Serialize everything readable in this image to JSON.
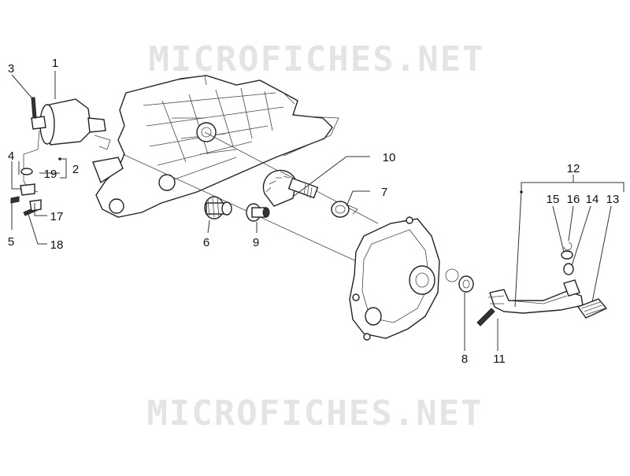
{
  "watermark": {
    "top_text": "MICROFICHES.NET",
    "bottom_text": "MICROFICHES.NET"
  },
  "callouts": [
    {
      "id": "c1",
      "label": "1"
    },
    {
      "id": "c2",
      "label": "2"
    },
    {
      "id": "c3",
      "label": "3"
    },
    {
      "id": "c4",
      "label": "4"
    },
    {
      "id": "c5",
      "label": "5"
    },
    {
      "id": "c6",
      "label": "6"
    },
    {
      "id": "c7",
      "label": "7"
    },
    {
      "id": "c8",
      "label": "8"
    },
    {
      "id": "c9",
      "label": "9"
    },
    {
      "id": "c10",
      "label": "10"
    },
    {
      "id": "c11",
      "label": "11"
    },
    {
      "id": "c12",
      "label": "12"
    },
    {
      "id": "c13",
      "label": "13"
    },
    {
      "id": "c14",
      "label": "14"
    },
    {
      "id": "c15",
      "label": "15"
    },
    {
      "id": "c16",
      "label": "16"
    },
    {
      "id": "c17",
      "label": "17"
    },
    {
      "id": "c18",
      "label": "18"
    },
    {
      "id": "c19",
      "label": "19"
    }
  ],
  "colors": {
    "line": "#222222",
    "watermark": "#e4e4e4",
    "background": "#ffffff"
  }
}
